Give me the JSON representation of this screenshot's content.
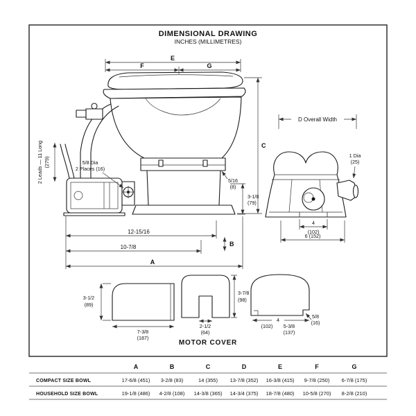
{
  "title": "DIMENSIONAL DRAWING",
  "subtitle": "INCHES (MILLIMETRES)",
  "dims": {
    "e": "E",
    "f": "F",
    "g": "G",
    "c": "C",
    "b": "B",
    "a": "A",
    "d_overall": "D Overall Width",
    "one_dia": "1 Dia",
    "one_dia_mm": "(25)",
    "leads": "2 Leads — 11 Long",
    "leads_mm": "(279)",
    "bolt": "5/8 Dia",
    "bolt2": "2 Places (16)",
    "gap": "5/16",
    "gap_mm": "(8)",
    "riser": "3-1/8",
    "riser_mm": "(79)",
    "depth_upper": "12-15/16",
    "depth_lower": "10-7/8",
    "rear_narrow": "4",
    "rear_narrow_mm": "(102)",
    "rear_wide": "6 (152)"
  },
  "motor_cover": {
    "heading": "MOTOR COVER",
    "height": "3-1/2",
    "height_mm": "(89)",
    "width": "7-3/8",
    "width_mm": "(187)",
    "slot": "2-1/2",
    "slot_mm": "(64)",
    "front_height": "3-7/8",
    "front_height_mm": "(98)",
    "dome_inner": "4",
    "dome_inner_mm": "(102)",
    "dome_width": "5-3/8",
    "dome_width_mm": "(137)",
    "notch": "5/8",
    "notch_mm": "(16)"
  },
  "table": {
    "columns": [
      "A",
      "B",
      "C",
      "D",
      "E",
      "F",
      "G"
    ],
    "rows": [
      {
        "label": "COMPACT SIZE BOWL",
        "values": [
          "17-6/8 (451)",
          "3-2/8 (83)",
          "14 (355)",
          "13-7/8 (352)",
          "16-3/8 (415)",
          "9-7/8 (250)",
          "6-7/8 (175)"
        ]
      },
      {
        "label": "HOUSEHOLD SIZE BOWL",
        "values": [
          "19-1/8 (486)",
          "4-2/8 (108)",
          "14-3/8 (365)",
          "14-3/4 (375)",
          "18-7/8 (480)",
          "10-5/8 (270)",
          "8-2/8 (210)"
        ]
      }
    ]
  }
}
